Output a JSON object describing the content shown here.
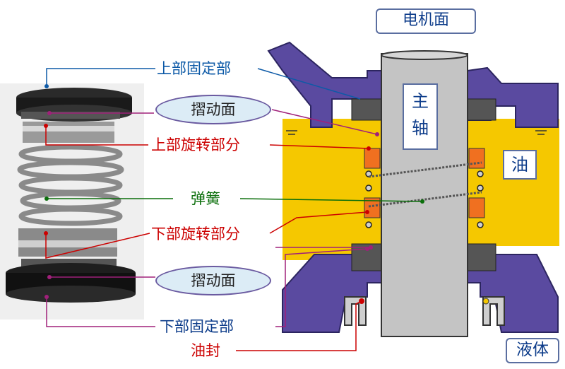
{
  "labels": {
    "motor_side": "电机面",
    "upper_fixed": "上部固定部",
    "sliding_face_upper": "摺动面",
    "upper_rotating": "上部旋转部分",
    "spring": "弹簧",
    "lower_rotating": "下部旋转部分",
    "sliding_face_lower": "摺动面",
    "lower_fixed": "下部固定部",
    "oil_seal": "油封",
    "main_shaft_1": "主",
    "main_shaft_2": "轴",
    "oil": "油",
    "liquid": "液体"
  },
  "colors": {
    "housing": "#5a4aa0",
    "oil": "#f5c800",
    "shaft": "#bfbfbf",
    "seal_orange": "#f07020",
    "blue_line": "#0d5aa7",
    "red_line": "#cc0000",
    "purple_line": "#a0207a",
    "green_line": "#0a6e0a"
  }
}
